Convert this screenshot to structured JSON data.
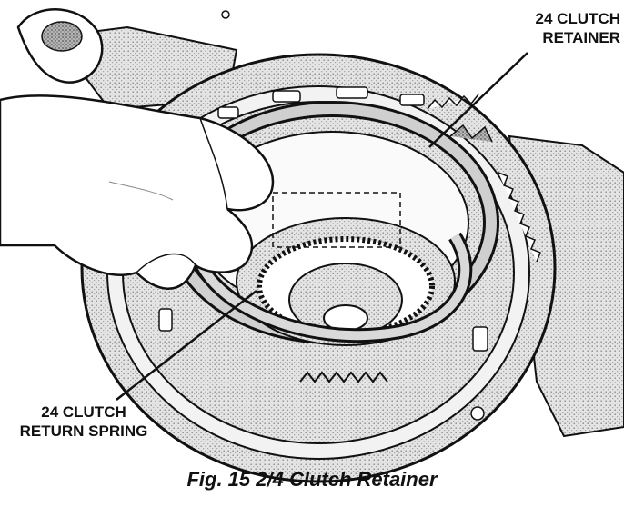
{
  "callouts": {
    "retainer": {
      "line1": "24 CLUTCH",
      "line2": "RETAINER"
    },
    "spring": {
      "line1": "24 CLUTCH",
      "line2": "RETURN SPRING"
    }
  },
  "caption": "Fig. 15 2/4 Clutch Retainer",
  "colors": {
    "ink": "#111111",
    "shade": "#bdbdbd",
    "paper": "#ffffff"
  }
}
